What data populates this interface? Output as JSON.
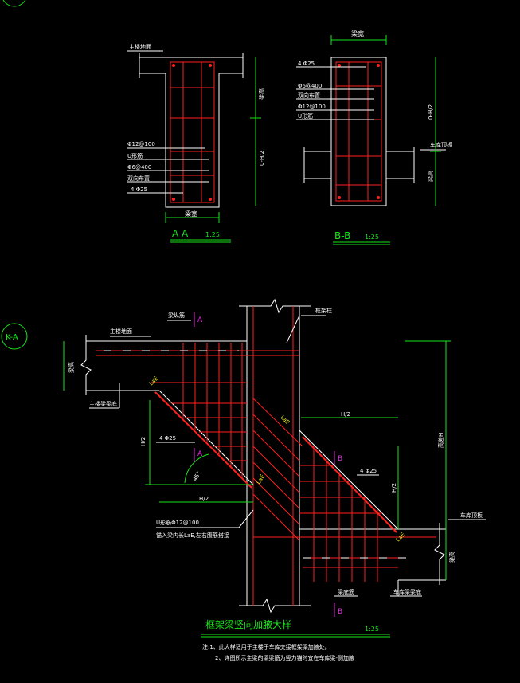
{
  "section_aa": {
    "main_floor_label": "主楼地面",
    "rebar_1": "Φ12@100",
    "rebar_2": "U形筋",
    "rebar_3": "Φ6@400",
    "rebar_4": "双向布置",
    "rebar_5": "4 Φ25",
    "beam_width": "梁宽",
    "beam_height": "梁高",
    "dim_vertical": "0-H/2",
    "title": "A-A",
    "scale": "1:25"
  },
  "section_bb": {
    "beam_width": "梁宽",
    "rebar_1": "4 Φ25",
    "rebar_2": "Φ6@400",
    "rebar_3": "双向布置",
    "rebar_4": "Φ12@100",
    "rebar_5": "U形筋",
    "garage_roof": "车库顶板",
    "dim_vertical": "0-H/2",
    "beam_height": "梁高",
    "title": "B-B",
    "scale": "1:25"
  },
  "detail": {
    "marker": "K-A",
    "main_floor": "主楼地面",
    "beam_rebar": "梁纵筋",
    "frame_column": "框架柱",
    "left_beam_height": "梁高",
    "main_beam_bottom": "主楼梁梁底",
    "lae_1": "LaE",
    "lae_2": "LaE",
    "lae_3": "LaE",
    "lae_4": "LaE",
    "h2_vertical_left": "H/2",
    "h2_horizontal_left": "H/2",
    "h2_top_right": "H/2",
    "h2_vertical_right": "H/2",
    "rebar_left": "4 Φ25",
    "rebar_right": "4 Φ25",
    "angle": "45°",
    "section_a_top": "A",
    "section_a_mid": "A",
    "section_b_mid": "B",
    "section_b_bottom": "B",
    "stirrup": "U形筋Φ12@100",
    "stirrup_note": "锚入梁内长LaE,左右腹筋搭接",
    "height_right": "高差H",
    "garage_roof": "车库顶板",
    "right_beam_height": "梁高",
    "beam_bottom_rebar": "梁底筋",
    "garage_beam_bottom": "车库梁梁底",
    "title": "框架梁竖向加腋大样",
    "scale": "1:25",
    "note_1": "注:1、此大样适用于主楼于车库交接框架梁加腋处。",
    "note_2": "2、详图所示主梁的梁梁筋为竖力锚时宜在车库梁-侧加腋"
  },
  "colors": {
    "background": "#000000",
    "line": "#ffffff",
    "rebar": "#ff2020",
    "dimension": "#19e619",
    "section_mark": "#e628e6"
  }
}
